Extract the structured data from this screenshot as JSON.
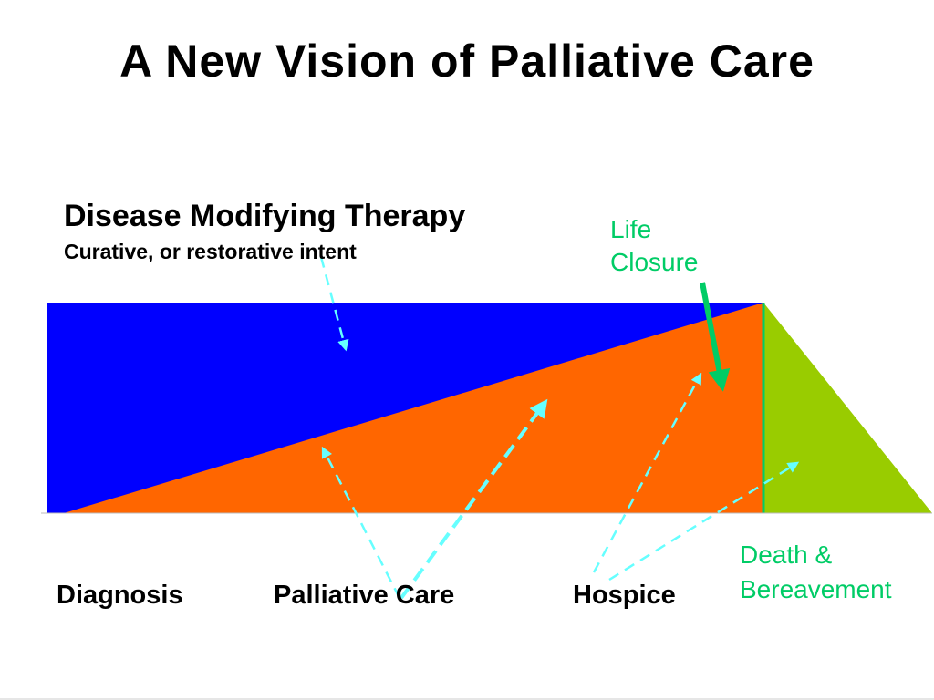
{
  "slide": {
    "title": "A New Vision of Palliative Care"
  },
  "labels": {
    "disease_modifying_heading": "Disease Modifying Therapy",
    "disease_modifying_sub": "Curative, or restorative intent",
    "life_closure_line1": "Life",
    "life_closure_line2": "Closure",
    "death_line1": "Death &",
    "death_line2": "Bereavement",
    "diagnosis": "Diagnosis",
    "palliative_care": "Palliative Care",
    "hospice": "Hospice"
  },
  "colors": {
    "disease_modifying": "#0000ff",
    "palliative": "#ff6600",
    "bereavement": "#99cc00",
    "life_closure": "#00cc66",
    "dashed_arrows": "#66ffff"
  }
}
